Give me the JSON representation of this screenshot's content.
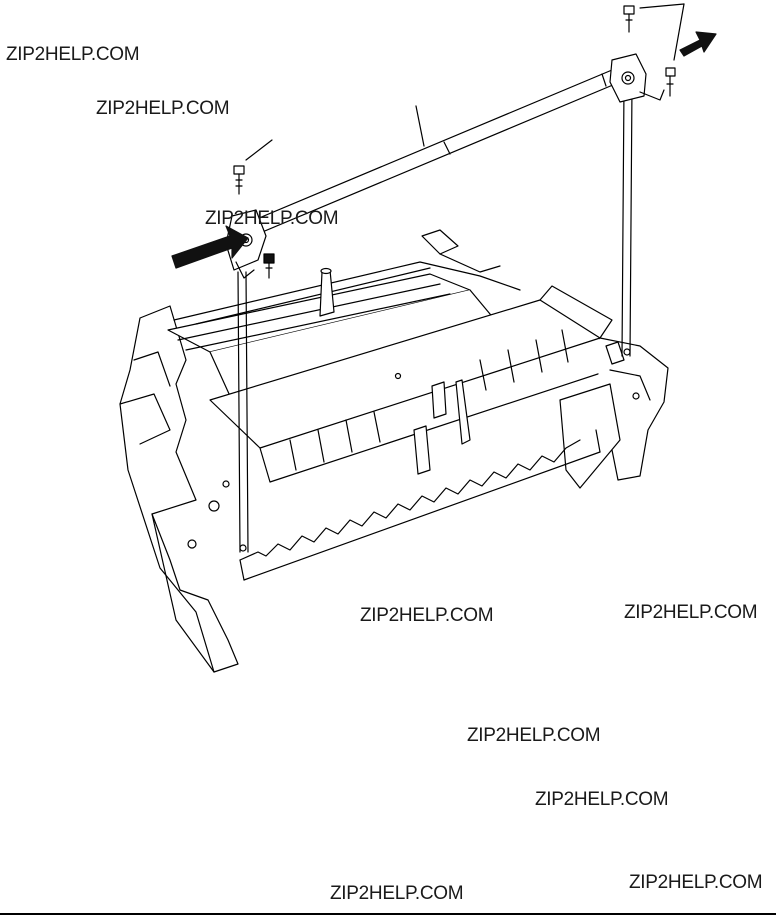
{
  "figure": {
    "line_color": "#000000",
    "fill_color": "#ffffff",
    "shade_color": "#111111",
    "parts": [
      "roller-shaft",
      "left-bracket",
      "right-bracket",
      "screw-top-left",
      "screw-left-side",
      "screw-top-right",
      "screw-right-side",
      "vertical-rod-left",
      "vertical-rod-right",
      "unit-chassis",
      "ribbed-guide",
      "remove-arrow-left",
      "remove-arrow-right"
    ],
    "icons": {
      "arrow": "bold-arrow-icon",
      "screw": "screw-icon"
    }
  },
  "watermarks": [
    "ZIP2HELP.COM",
    "ZIP2HELP.COM",
    "ZIP2HELP.COM",
    "ZIP2HELP.COM",
    "ZIP2HELP.COM",
    "ZIP2HELP.COM",
    "ZIP2HELP.COM",
    "ZIP2HELP.COM",
    "ZIP2HELP.COM"
  ]
}
